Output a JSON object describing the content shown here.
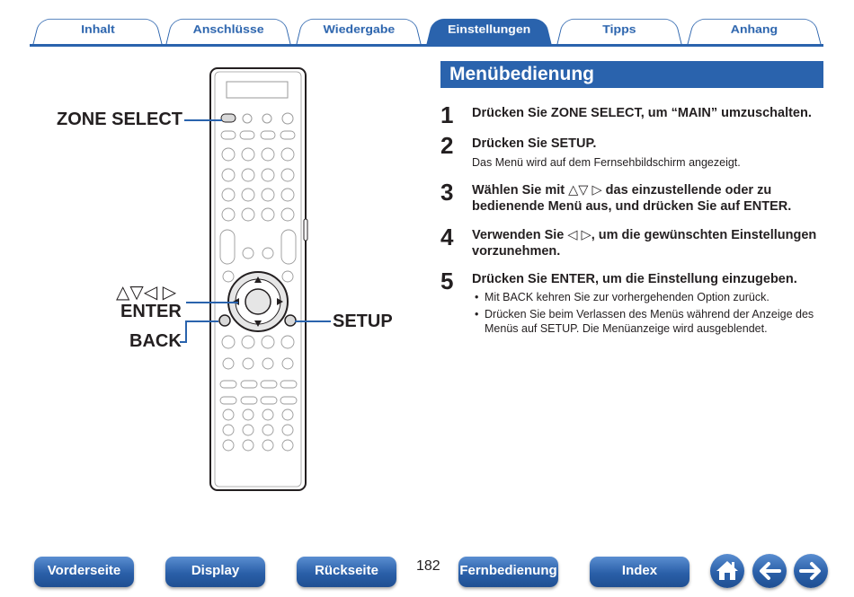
{
  "tabs": [
    {
      "label": "Inhalt",
      "active": false
    },
    {
      "label": "Anschlüsse",
      "active": false
    },
    {
      "label": "Wiedergabe",
      "active": false
    },
    {
      "label": "Einstellungen",
      "active": true
    },
    {
      "label": "Tipps",
      "active": false
    },
    {
      "label": "Anhang",
      "active": false
    }
  ],
  "remote": {
    "callouts": {
      "zone_select": "ZONE SELECT",
      "arrows": "△▽◁ ▷",
      "enter": "ENTER",
      "back": "BACK",
      "setup": "SETUP"
    }
  },
  "section": {
    "title": "Menübedienung",
    "steps": [
      {
        "num": "1",
        "text": "Drücken Sie ZONE SELECT, um “MAIN” umzuschalten."
      },
      {
        "num": "2",
        "text": "Drücken Sie SETUP.",
        "sub": "Das Menü wird auf dem Fernsehbildschirm angezeigt."
      },
      {
        "num": "3",
        "text": "Wählen Sie mit △▽ ▷ das einzustellende oder zu bedienende Menü aus, und drücken Sie auf ENTER."
      },
      {
        "num": "4",
        "text": "Verwenden Sie ◁ ▷, um die gewünschten Einstellungen vorzunehmen."
      },
      {
        "num": "5",
        "text": "Drücken Sie ENTER, um die Einstellung einzugeben.",
        "bullets": [
          "Mit BACK kehren Sie zur vorhergehenden Option zurück.",
          "Drücken Sie beim Verlassen des Menüs während der Anzeige des Menüs auf SETUP. Die Menüanzeige wird ausgeblendet."
        ]
      }
    ]
  },
  "footer": {
    "buttons": [
      "Vorderseite",
      "Display",
      "Rückseite",
      "Fernbedienung",
      "Index"
    ],
    "page_number": "182",
    "icons": [
      "home-icon",
      "arrow-left-icon",
      "arrow-right-icon"
    ]
  },
  "colors": {
    "accent": "#2a63ad",
    "text": "#231f20"
  }
}
